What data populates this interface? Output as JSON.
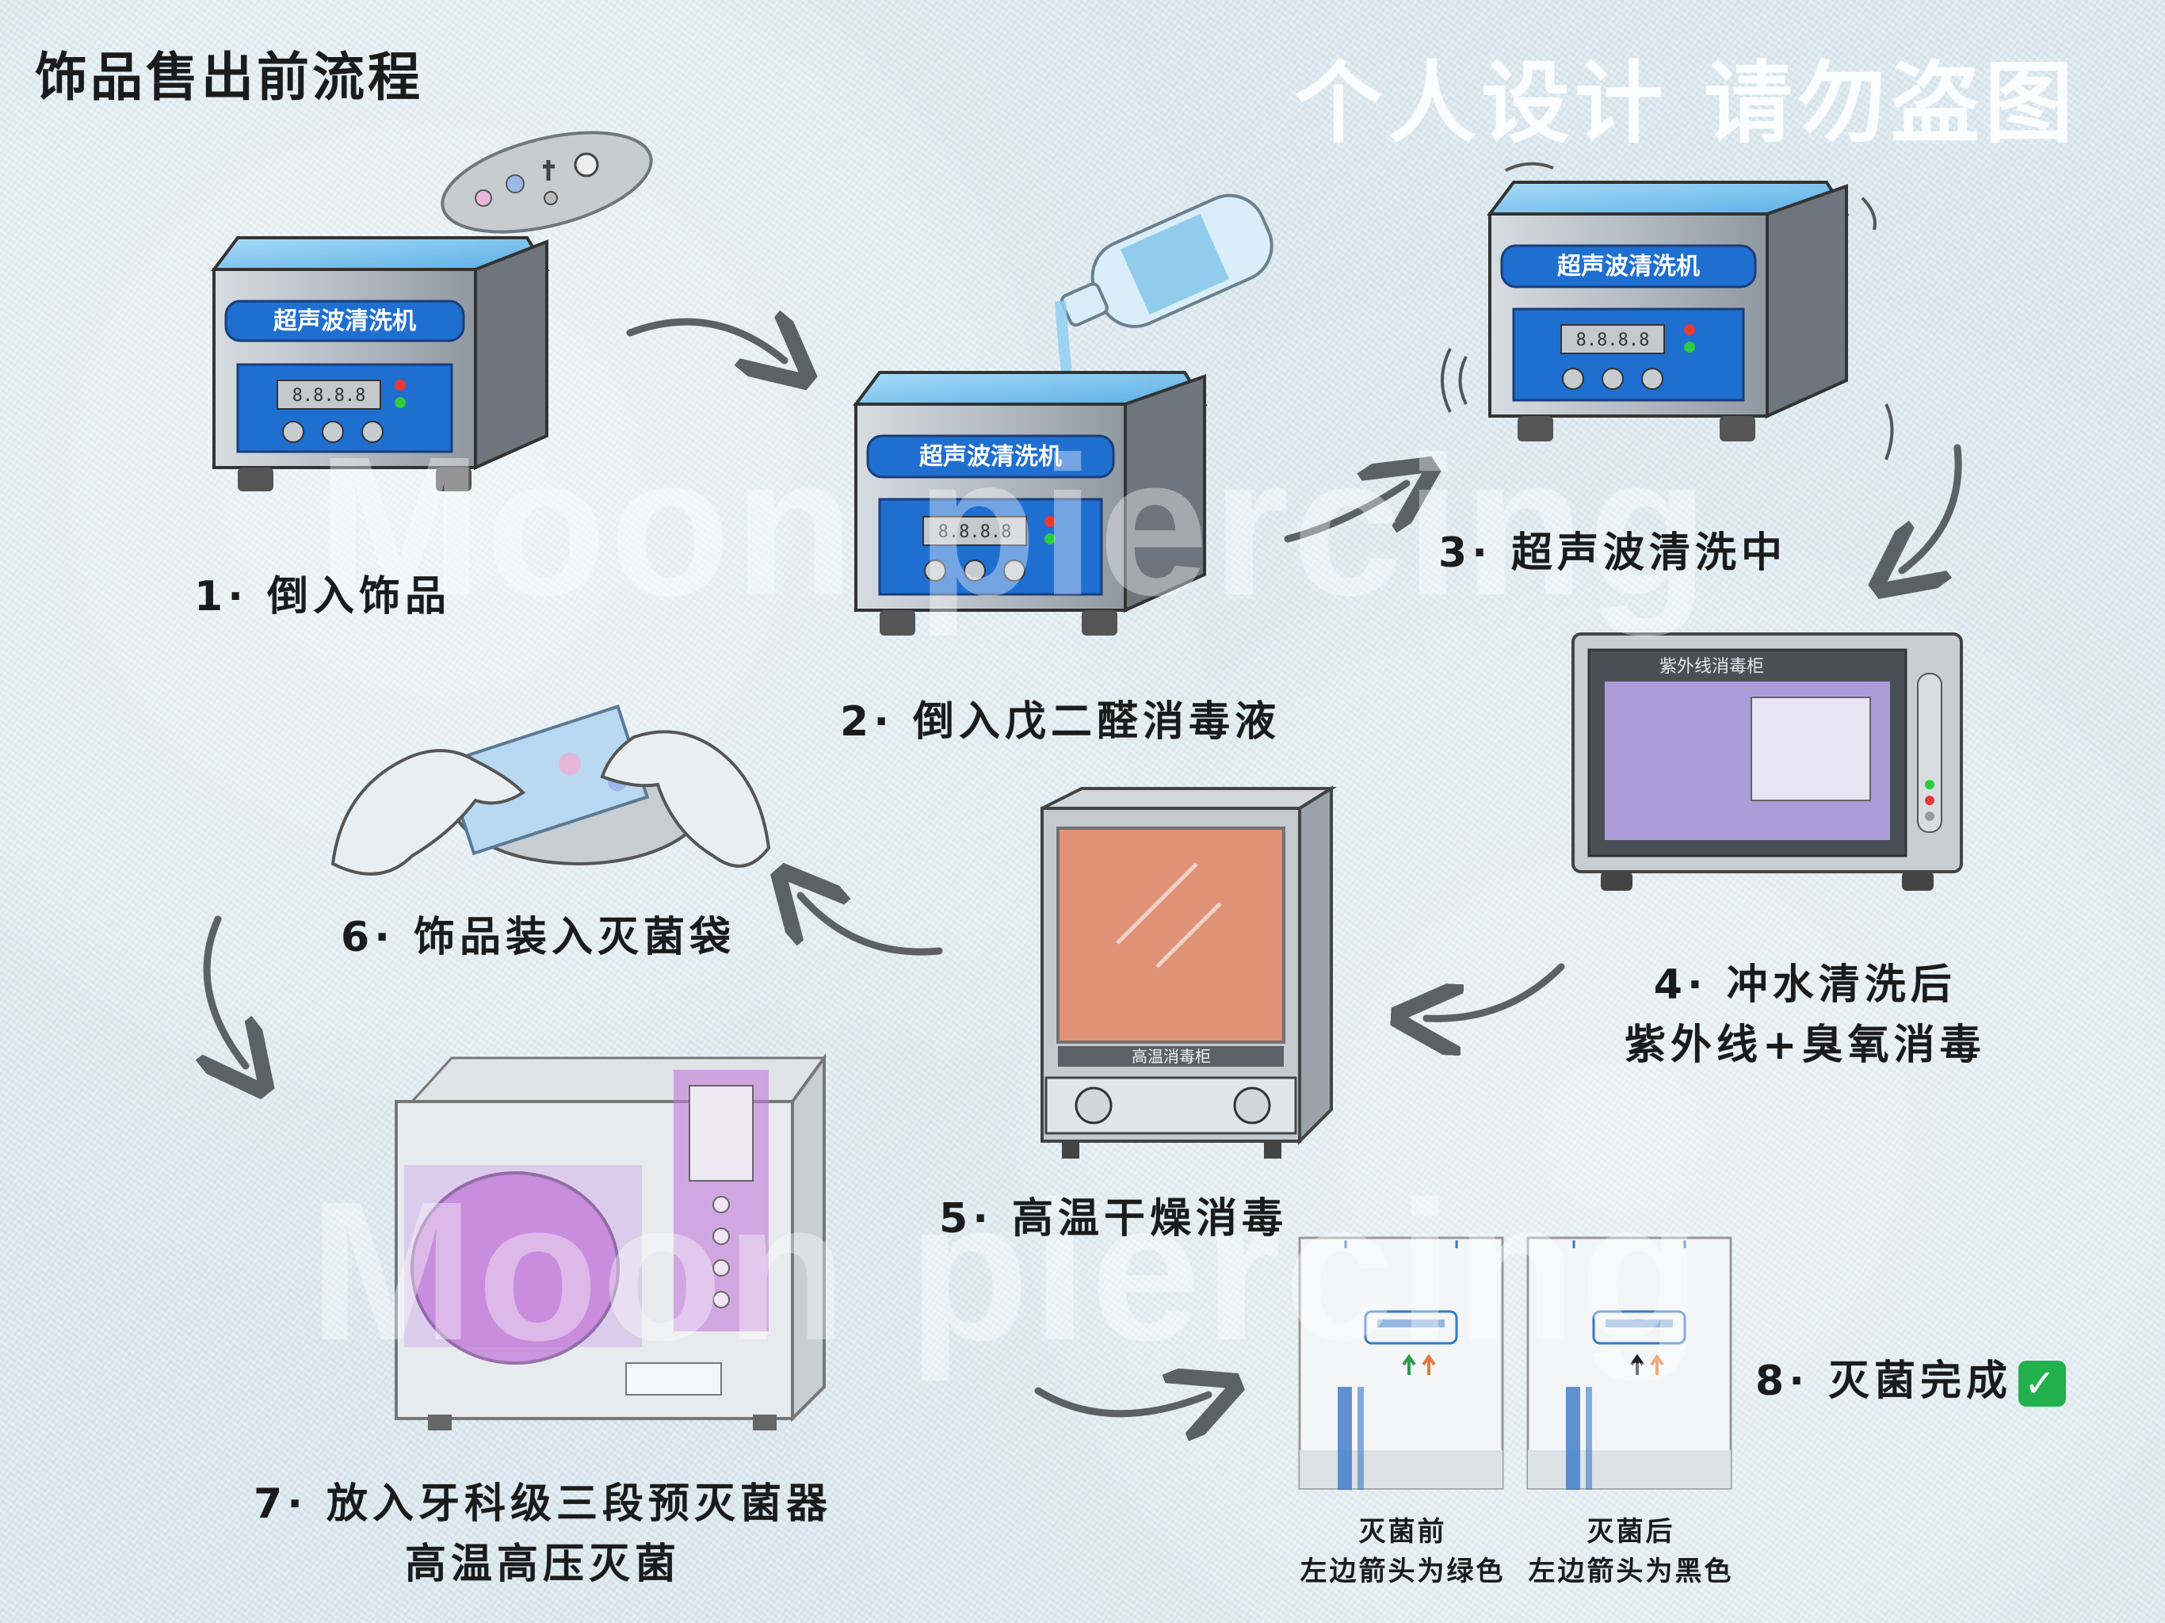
{
  "page": {
    "title": "饰品售出前流程",
    "corner_watermark": "个人设计 请勿盗图",
    "watermark": "Moon piercing"
  },
  "machines": {
    "ultrasonic_label": "超声波清洗机",
    "display_digits": "8.8.8.8",
    "uv_cabinet_label": "紫外线消毒柜",
    "dry_heat_label": "高温消毒柜"
  },
  "steps": [
    {
      "number": "1",
      "text": "倒入饰品"
    },
    {
      "number": "2",
      "text": "倒入戊二醛消毒液"
    },
    {
      "number": "3",
      "text": "超声波清洗中"
    },
    {
      "number": "4",
      "text": "冲水清洗后",
      "text2": "紫外线+臭氧消毒"
    },
    {
      "number": "5",
      "text": "高温干燥消毒"
    },
    {
      "number": "6",
      "text": "饰品装入灭菌袋"
    },
    {
      "number": "7",
      "text": "放入牙科级三段预灭菌器",
      "text2": "高温高压灭菌"
    },
    {
      "number": "8",
      "text": "灭菌完成",
      "badge": "✓"
    }
  ],
  "pouches": [
    {
      "title": "灭菌前",
      "caption": "左边箭头为绿色",
      "arrow_color": "#2e9a4e"
    },
    {
      "title": "灭菌后",
      "caption": "左边箭头为黑色",
      "arrow_color": "#222222"
    }
  ],
  "colors": {
    "machine_blue": "#1f6fd1",
    "water_blue": "#7fc3ee",
    "steel": "#b9bfc6",
    "uv_purple": "#b7a5e8",
    "heat_orange": "#e9805a",
    "autoclave_purple": "#c27ad9"
  }
}
